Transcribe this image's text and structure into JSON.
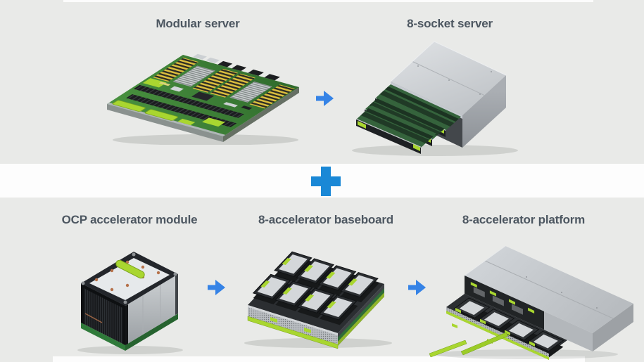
{
  "diagram": {
    "title_row_top": {
      "items": [
        {
          "label": "Modular server"
        },
        {
          "label": "8-socket server"
        }
      ],
      "connector": "arrow-right"
    },
    "row_combiner": "plus",
    "title_row_bottom": {
      "items": [
        {
          "label": "OCP accelerator module"
        },
        {
          "label": "8-accelerator baseboard"
        },
        {
          "label": "8-accelerator platform"
        }
      ],
      "connectors": [
        "arrow-right",
        "arrow-right"
      ]
    },
    "colors": {
      "background_gray": "#e9eae8",
      "middle_band_white": "#fdfdfd",
      "label_text": "#4d5761",
      "arrow_blue": "#3583e6",
      "plus_blue": "#1a88d6",
      "accent_lime": "#a9d630",
      "pcb_green": "#3c8a3f",
      "chassis_silver": "#c9cdd1"
    }
  }
}
